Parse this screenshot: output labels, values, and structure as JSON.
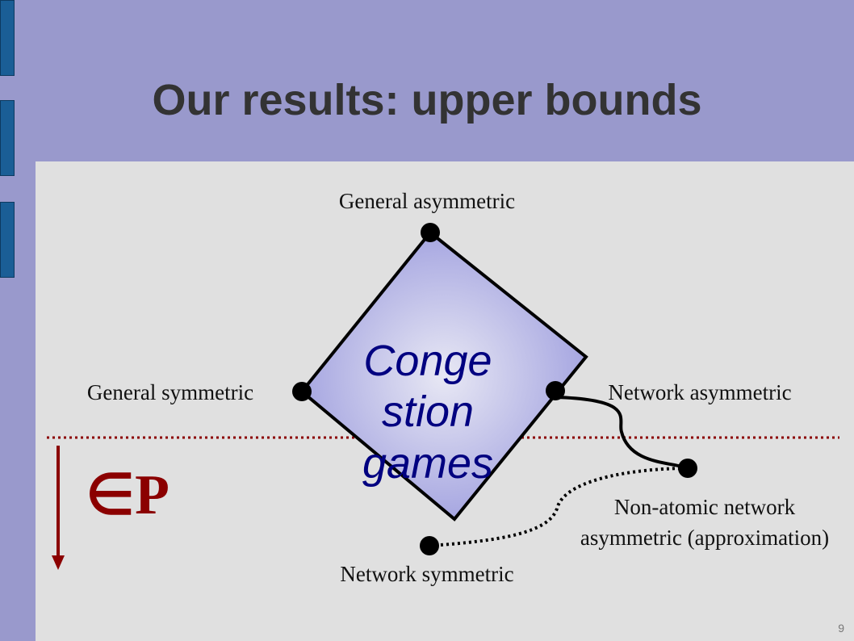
{
  "title": "Our results: upper bounds",
  "center_label": [
    "Conge",
    "stion",
    "games"
  ],
  "nodes": {
    "top": "General asymmetric",
    "left": "General symmetric",
    "right": "Network asymmetric",
    "bottom": "Network symmetric",
    "nonatomic_line1": "Non-atomic network",
    "nonatomic_line2": "asymmetric (approximation)"
  },
  "complexity_label": "∈P",
  "slide_number": "9",
  "colors": {
    "background": "#9999cc",
    "content_bg": "#e0e0e0",
    "tab": "#1a5e96",
    "title": "#333333",
    "diamond_edge": "#9999dd",
    "diamond_center": "#e8e8f4",
    "center_label": "#000080",
    "complexity": "#8b0000"
  }
}
